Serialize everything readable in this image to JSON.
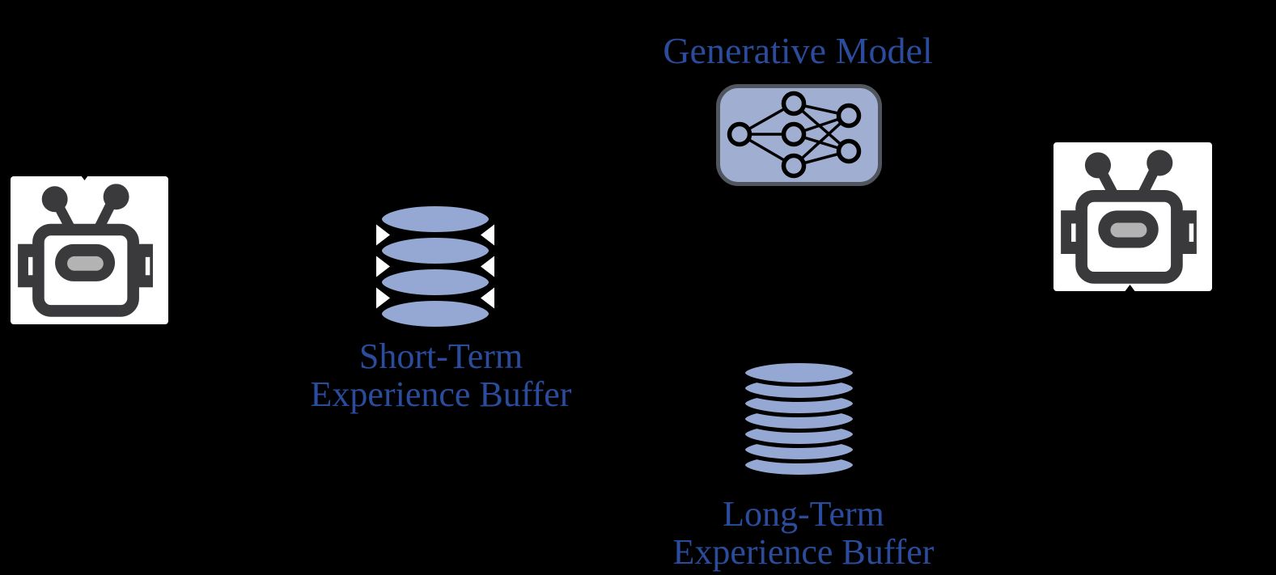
{
  "generative_model": {
    "label": "Generative Model"
  },
  "short_term_buffer": {
    "line1": "Short-Term",
    "line2": "Experience Buffer"
  },
  "long_term_buffer": {
    "line1": "Long-Term",
    "line2": "Experience Buffer"
  },
  "icons": {
    "left_agent": "robot-icon",
    "right_agent": "robot-icon",
    "generative_model": "neural-network-icon",
    "short_term_buffer": "database-stack-4-icon",
    "long_term_buffer": "database-stack-7-icon",
    "left_agent_pointer": "arrowhead-down-icon",
    "right_agent_pointer": "arrowhead-up-icon"
  },
  "colors": {
    "background": "#000000",
    "label_text": "#2b4c9c",
    "disk_fill": "#94a8d3",
    "panel_fill": "#a0aed2",
    "panel_border": "#51565e",
    "robot_body": "#3a3a3c",
    "robot_mouth": "#b3b3b3",
    "icon_background": "#ffffff",
    "network_lines": "#000000"
  }
}
